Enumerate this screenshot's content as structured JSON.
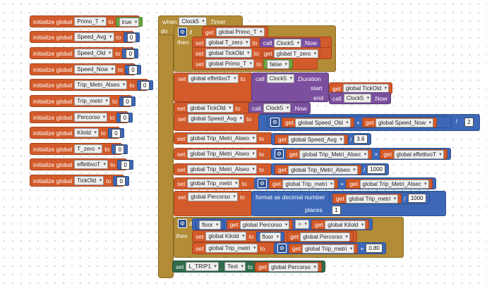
{
  "globals": [
    {
      "kw": "initialize global",
      "name": "Primo_T",
      "to": "to",
      "value": "true"
    },
    {
      "kw": "initialize global",
      "name": "Speed_Avg",
      "to": "to",
      "value": "0"
    },
    {
      "kw": "initialize global",
      "name": "Speed_Old",
      "to": "to",
      "value": "0"
    },
    {
      "kw": "initialize global",
      "name": "Speed_Now",
      "to": "to",
      "value": "0"
    },
    {
      "kw": "initialize global",
      "name": "Trip_Metri_Alseo",
      "to": "to",
      "value": "0"
    },
    {
      "kw": "initialize global",
      "name": "Trip_metri",
      "to": "to",
      "value": "0"
    },
    {
      "kw": "initialize global",
      "name": "Percorso",
      "to": "to",
      "value": "0"
    },
    {
      "kw": "initialize global",
      "name": "Kilold",
      "to": "to",
      "value": "0"
    },
    {
      "kw": "initialize global",
      "name": "T_zero",
      "to": "to",
      "value": "0"
    },
    {
      "kw": "initialize global",
      "name": "effettivoT",
      "to": "to",
      "value": "0"
    },
    {
      "kw": "initialize global",
      "name": "TickOld",
      "to": "to",
      "value": "0"
    }
  ],
  "event": {
    "when": "when",
    "component": "Clock5",
    "event": ".Timer",
    "do": "do"
  },
  "kw": {
    "if": "if",
    "then": "then",
    "set": "set",
    "get": "get",
    "to": "to",
    "call": "call",
    "start": "start",
    "end": "end",
    "places": "places"
  },
  "code": {
    "get_primo": "global Primo_T",
    "set_tzero": "global T_zero",
    "clock5": "Clock5",
    "now": ".Now",
    "set_tickold": "global TickOld",
    "get_tzero": "global T_zero",
    "set_primo": "global Primo_T",
    "false_val": "false",
    "set_eff": "global effettivoT",
    "duration": ".Duration",
    "get_tickold": "global TickOld",
    "set_tickold2": "global TickOld",
    "set_speedavg": "global Speed_Avg",
    "get_speedold": "global Speed_Old",
    "plus": "+",
    "get_speednow": "global Speed_Now",
    "div": "/",
    "num2": "2",
    "set_tma1": "global Trip_Metri_Alseo",
    "get_speedavg": "global Speed_Avg",
    "num36": "3.6",
    "set_tma2": "global Trip_Metri_Alseo",
    "get_tmalsec": "global Trip_Metri_Alsec",
    "times": "×",
    "get_eff": "global effettivoT",
    "set_tma3": "global Trip_Metri_Alseo",
    "get_tma": "global Trip_Metri_Alseo",
    "num1000": "1000",
    "set_tripm": "global Trip_metri",
    "get_tripm": "global Trip_metri",
    "get_tmalsec2": "global Trip_Metri_Alsec",
    "set_perc": "global Percorso",
    "format": "format as decimal number",
    "get_tripm2": "global Trip_metri",
    "num1000b": "1000",
    "num1": "1",
    "floor": "floor",
    "get_perc": "global Percorso",
    "gt": ">",
    "get_kilold": "global Kilold",
    "set_kilold": "global Kilold",
    "floor2": "floor",
    "get_perc2": "global Percorso",
    "set_tripm2": "global Trip_metri",
    "get_tripm3": "global Trip_metri",
    "num080": "0.80",
    "label": "L_TRIP1",
    "text": "Text",
    "get_perc3": "global Percorso"
  },
  "colors": {
    "variables": "#d35a2a",
    "math": "#3d68b8",
    "control": "#b28c36",
    "procedures": "#7b4f9e",
    "logic": "#6aa63c"
  }
}
